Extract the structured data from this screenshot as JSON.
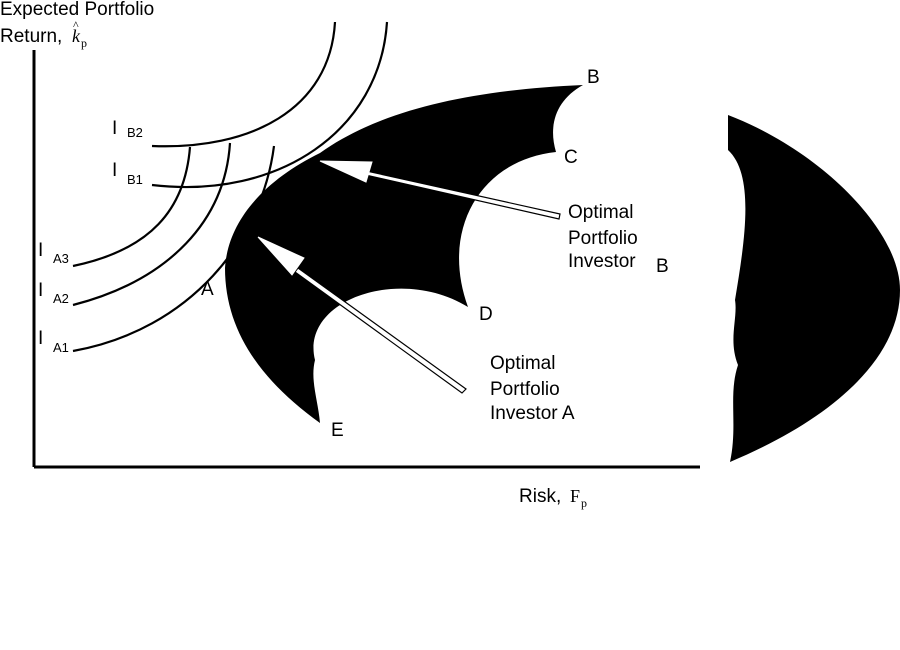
{
  "axes": {
    "y_label_line1": "Expected Portfolio",
    "y_label_line2": "Return, ",
    "y_symbol": "k",
    "y_hat": "^",
    "y_subscript": "p",
    "x_label": "Risk, ",
    "x_symbol": "F",
    "x_subscript": "p"
  },
  "indifference_curves": [
    {
      "prefix": "I",
      "sub": "B2"
    },
    {
      "prefix": "I",
      "sub": "B1"
    },
    {
      "prefix": "I",
      "sub": "A3"
    },
    {
      "prefix": "I",
      "sub": "A2"
    },
    {
      "prefix": "I",
      "sub": "A1"
    }
  ],
  "points": {
    "A": "A",
    "B": "B",
    "C": "C",
    "D": "D",
    "E": "E"
  },
  "annotations": {
    "investor_b": {
      "line1": "Optimal",
      "line2": "Portfolio",
      "line3": "Investor",
      "suffix": "B"
    },
    "investor_a": {
      "line1": "Optimal",
      "line2": "Portfolio",
      "line3": "Investor A"
    }
  },
  "colors": {
    "ink": "#000000",
    "paper": "#ffffff"
  }
}
